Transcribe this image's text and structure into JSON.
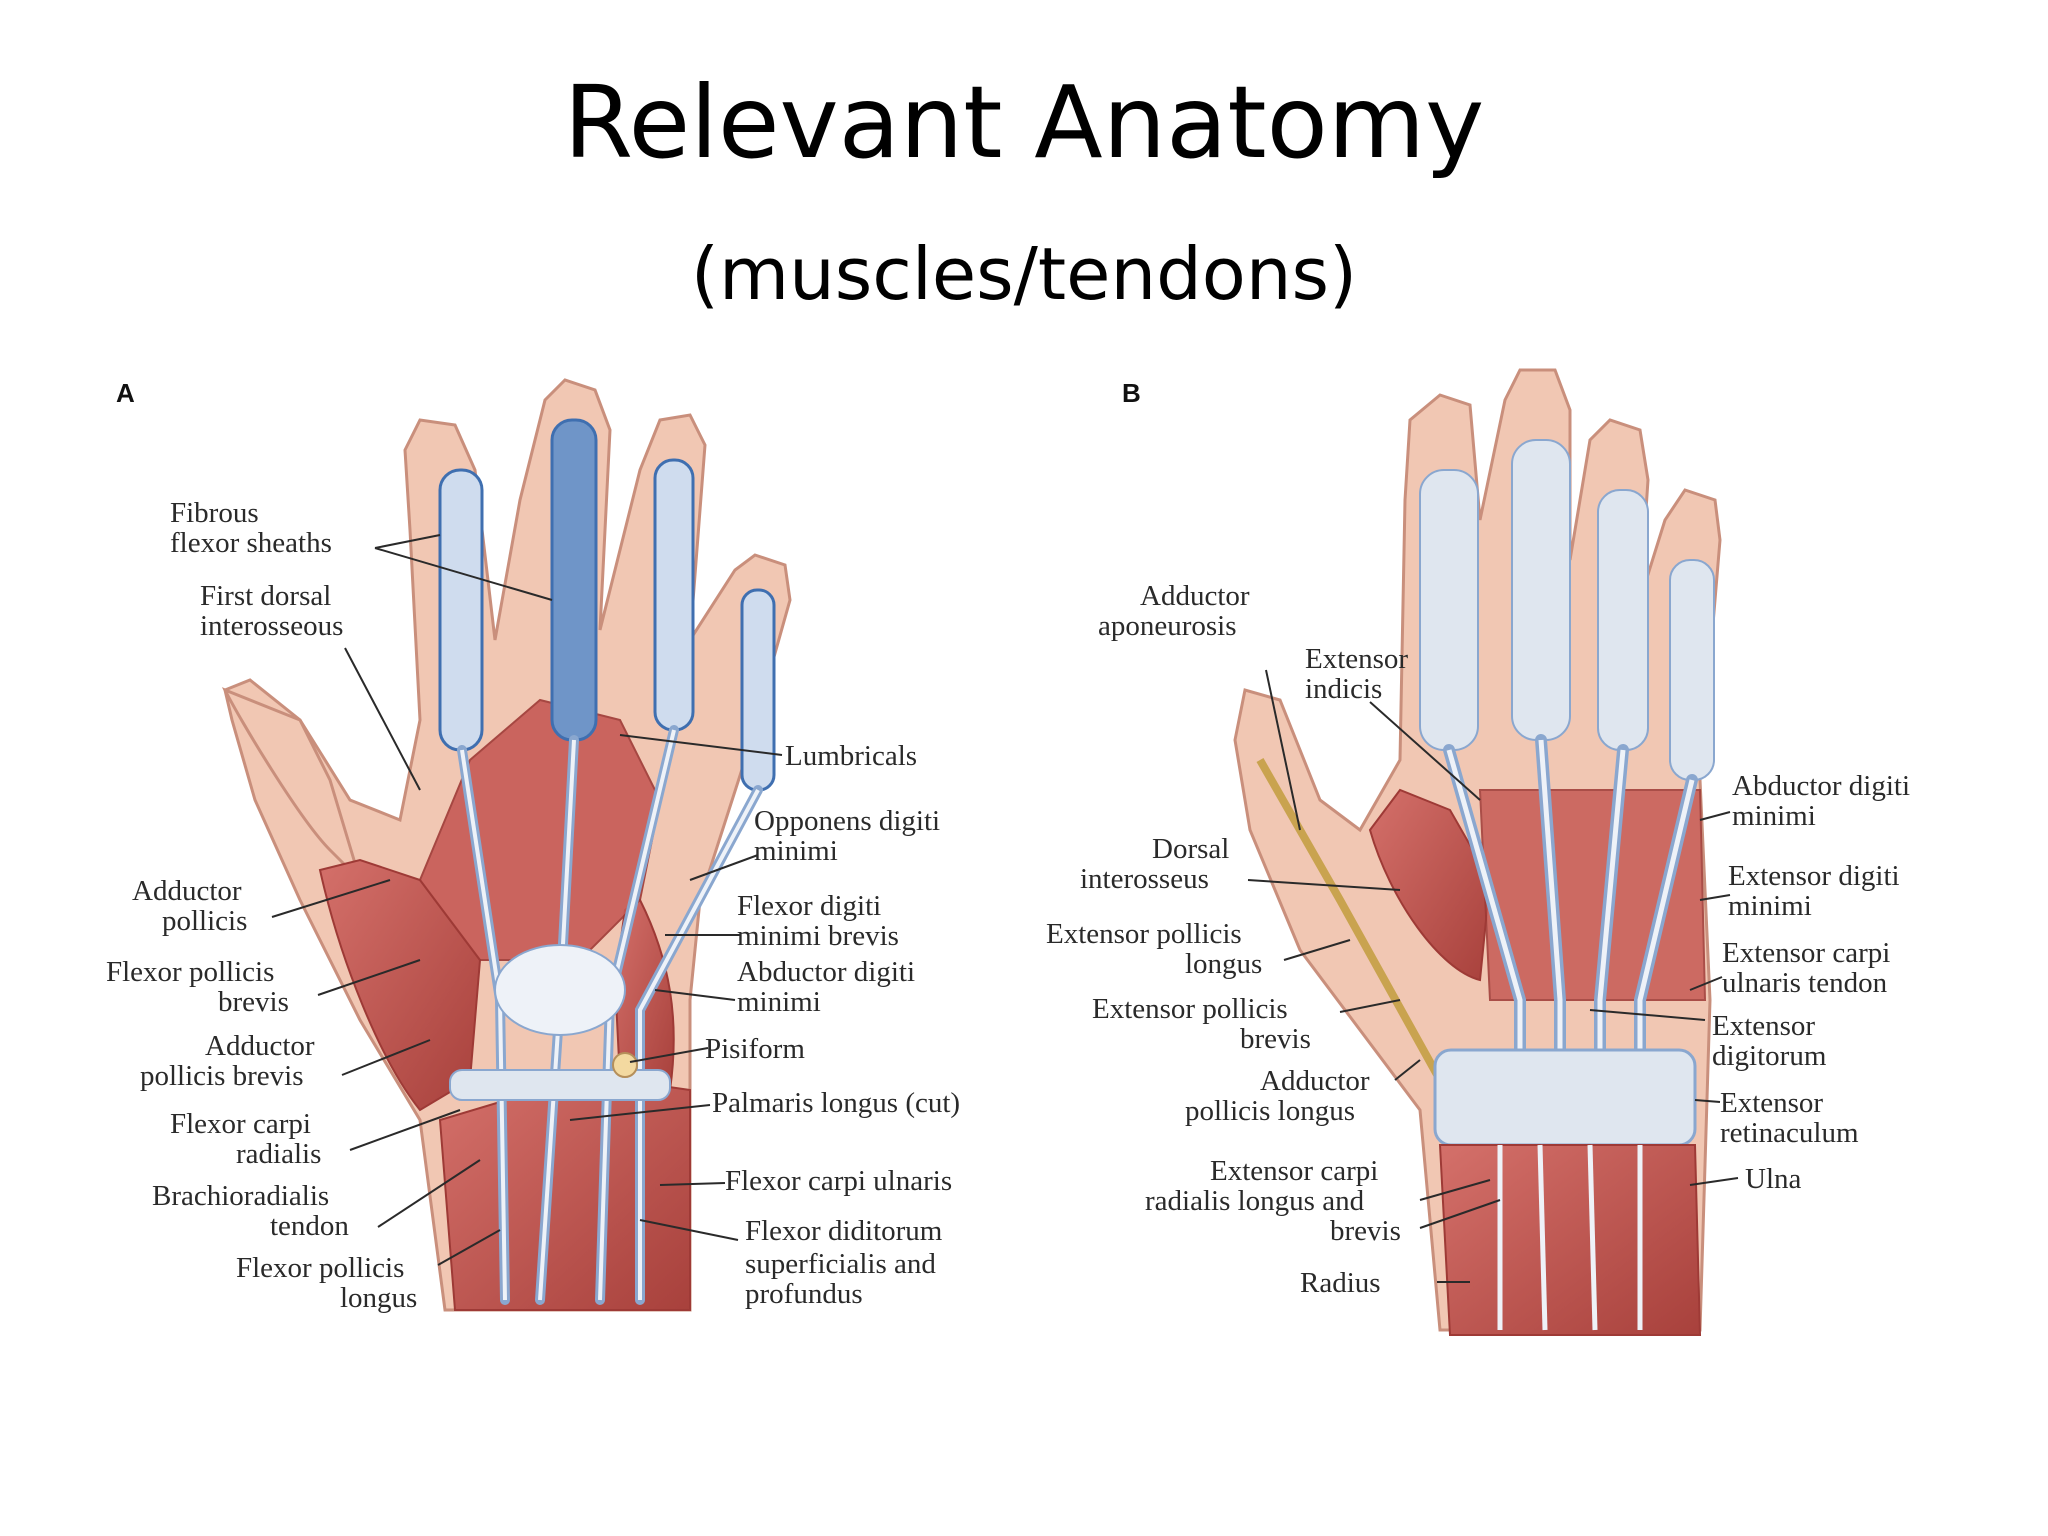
{
  "slide": {
    "title": "Relevant Anatomy",
    "subtitle": "(muscles/tendons)"
  },
  "panel_a": {
    "letter": "A",
    "labels": {
      "fibrous_1": "Fibrous",
      "fibrous_2": "flexor sheaths",
      "first_dorsal_1": "First dorsal",
      "first_dorsal_2": "interosseous",
      "lumbricals": "Lumbricals",
      "opponens_1": "Opponens digiti",
      "opponens_2": "minimi",
      "adductor_pollicis_1": "Adductor",
      "adductor_pollicis_2": "pollicis",
      "flexor_digiti_1": "Flexor digiti",
      "flexor_digiti_2": "minimi brevis",
      "flexor_pollicis_brevis_1": "Flexor pollicis",
      "flexor_pollicis_brevis_2": "brevis",
      "abductor_digiti_1": "Abductor digiti",
      "abductor_digiti_2": "minimi",
      "adductor_pollicis_brevis_1": "Adductor",
      "adductor_pollicis_brevis_2": "pollicis brevis",
      "pisiform": "Pisiform",
      "flexor_carpi_radialis_1": "Flexor carpi",
      "flexor_carpi_radialis_2": "radialis",
      "palmaris": "Palmaris longus (cut)",
      "brachioradialis_1": "Brachioradialis",
      "brachioradialis_2": "tendon",
      "flexor_carpi_ulnaris": "Flexor carpi ulnaris",
      "flexor_pollicis_longus_1": "Flexor pollicis",
      "flexor_pollicis_longus_2": "longus",
      "flexor_diditorum_1": "Flexor diditorum",
      "flexor_diditorum_2": "superficialis and",
      "flexor_diditorum_3": "profundus"
    }
  },
  "panel_b": {
    "letter": "B",
    "labels": {
      "adductor_apo_1": "Adductor",
      "adductor_apo_2": "aponeurosis",
      "extensor_indicis_1": "Extensor",
      "extensor_indicis_2": "indicis",
      "abductor_digiti_1": "Abductor digiti",
      "abductor_digiti_2": "minimi",
      "dorsal_1": "Dorsal",
      "dorsal_2": "interosseus",
      "extensor_digiti_1": "Extensor digiti",
      "extensor_digiti_2": "minimi",
      "epl_1": "Extensor pollicis",
      "epl_2": "longus",
      "ecu_1": "Extensor carpi",
      "ecu_2": "ulnaris tendon",
      "epb_1": "Extensor pollicis",
      "epb_2": "brevis",
      "ext_digitorum_1": "Extensor",
      "ext_digitorum_2": "digitorum",
      "apl_1": "Adductor",
      "apl_2": "pollicis longus",
      "ext_retinaculum_1": "Extensor",
      "ext_retinaculum_2": "retinaculum",
      "ecrl_1": "Extensor carpi",
      "ecrl_2": "radialis longus and",
      "ecrl_3": "brevis",
      "ulna": "Ulna",
      "radius": "Radius"
    }
  },
  "colors": {
    "skin": "#f1c7b3",
    "skin_outline": "#c98f7c",
    "muscle": "#c65a55",
    "muscle_dark": "#9e3a36",
    "tendon": "#e3e9f2",
    "tendon_blue": "#6f95c8",
    "sheath_blue": "#3f6fb0",
    "bone": "#f3d9a0",
    "retinaculum": "#dfe6ef"
  }
}
